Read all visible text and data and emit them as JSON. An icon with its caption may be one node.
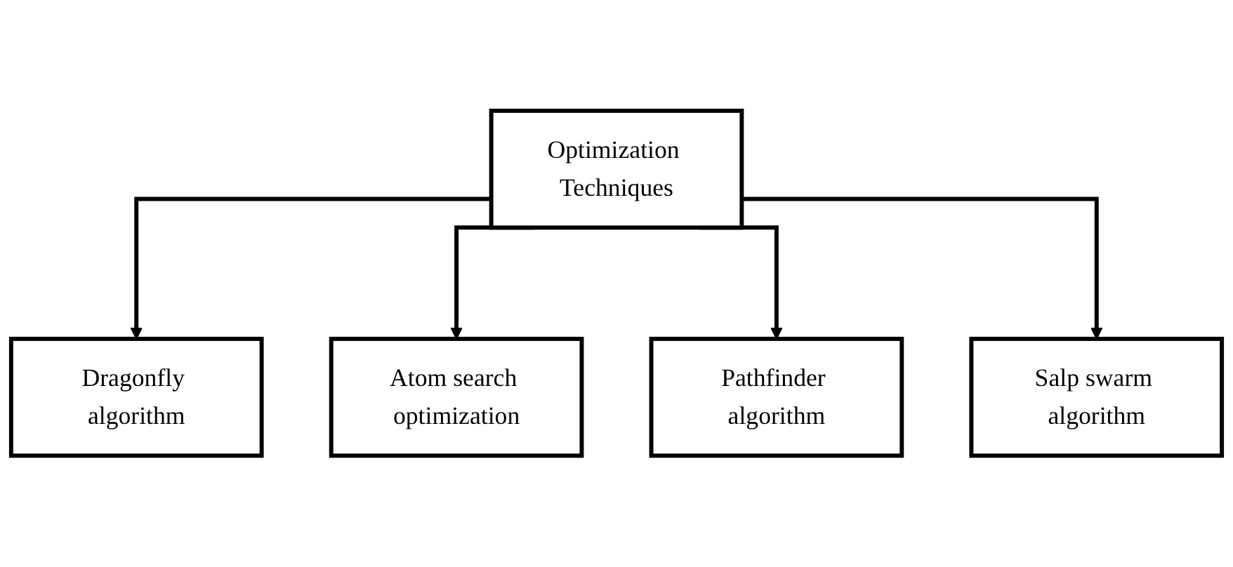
{
  "diagram": {
    "nodes": [
      {
        "text": [
          "Optimization Techniques"
        ]
      },
      {
        "text": [
          "Dragonfly algorithm"
        ]
      },
      {
        "text": [
          "Atom search optimization"
        ]
      },
      {
        "text": [
          "Pathfinder algorithm"
        ]
      },
      {
        "text": [
          "Salp swarm algorithm"
        ]
      }
    ],
    "edges": [
      {
        "from": 0,
        "to": 1,
        "arrow": "to"
      },
      {
        "from": 0,
        "to": 2,
        "arrow": "to"
      },
      {
        "from": 0,
        "to": 3,
        "arrow": "to"
      },
      {
        "from": 0,
        "to": 4,
        "arrow": "to"
      }
    ]
  }
}
